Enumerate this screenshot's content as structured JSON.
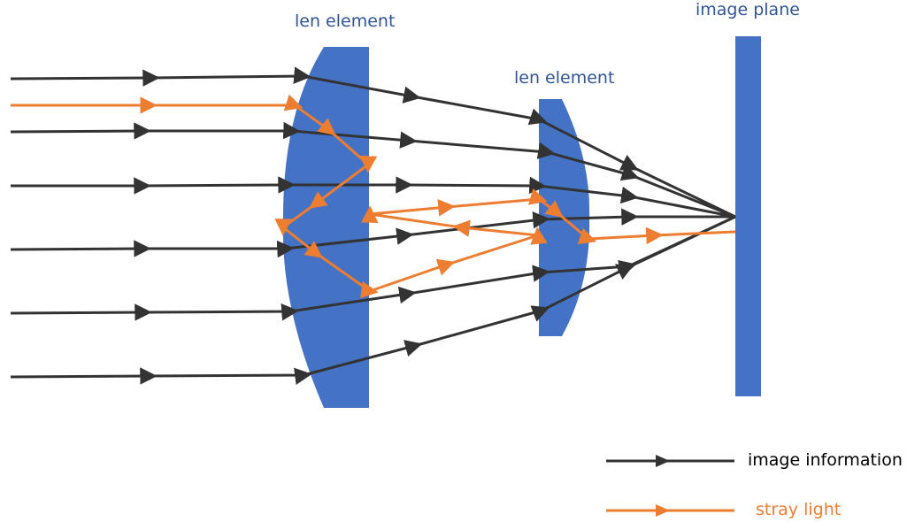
{
  "labels": {
    "lens1": "len element",
    "lens2": "len element",
    "image_plane": "image plane"
  },
  "legend": {
    "image_information": "image information",
    "stray_light": "stray light"
  },
  "colors": {
    "lens_fill": "#4472C4",
    "label_text": "#2F5597",
    "ray_image": "#333333",
    "ray_stray": "#ED7D31",
    "legend_image_text": "#000000"
  }
}
